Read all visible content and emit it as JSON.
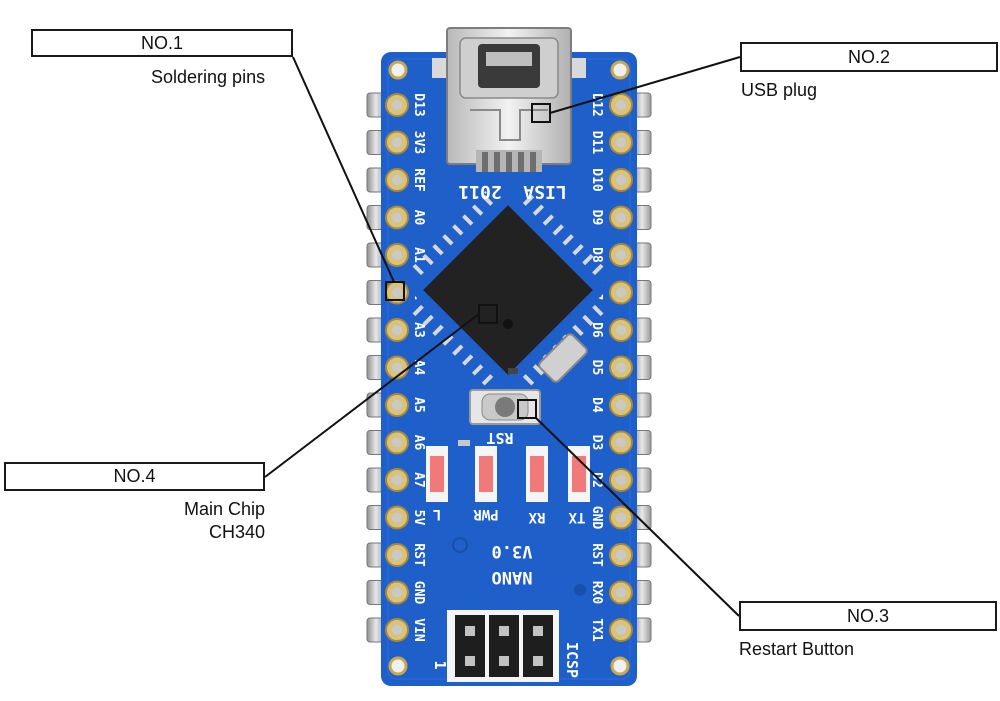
{
  "callouts": [
    {
      "id": "1",
      "label": "NO.1",
      "caption": "Soldering pins"
    },
    {
      "id": "2",
      "label": "NO.2",
      "caption": "USB plug"
    },
    {
      "id": "3",
      "label": "NO.3",
      "caption": "Restart Button"
    },
    {
      "id": "4",
      "label": "NO.4",
      "caption_lines": [
        "Main Chip",
        "CH340"
      ]
    }
  ],
  "board": {
    "color": "#1f5fc9",
    "left_pin_labels": [
      "D13",
      "3V3",
      "REF",
      "A0",
      "A1",
      "A2",
      "A3",
      "A4",
      "A5",
      "A6",
      "A7",
      "5V",
      "RST",
      "GND",
      "VIN"
    ],
    "right_pin_labels": [
      "D12",
      "D11",
      "D10",
      "D9",
      "D8",
      "D7",
      "D6",
      "D5",
      "D4",
      "D3",
      "D2",
      "GND",
      "RST",
      "RX0",
      "TX1"
    ],
    "silkscreen": {
      "year": "2011",
      "brand": "LISA",
      "reset": "RST",
      "led_l": "L",
      "led_pwr": "PWR",
      "led_rx": "RX",
      "led_tx": "TX",
      "version": "V3.0",
      "name": "NANO",
      "icsp": "ICSP",
      "icsp_pin1": "1"
    }
  }
}
